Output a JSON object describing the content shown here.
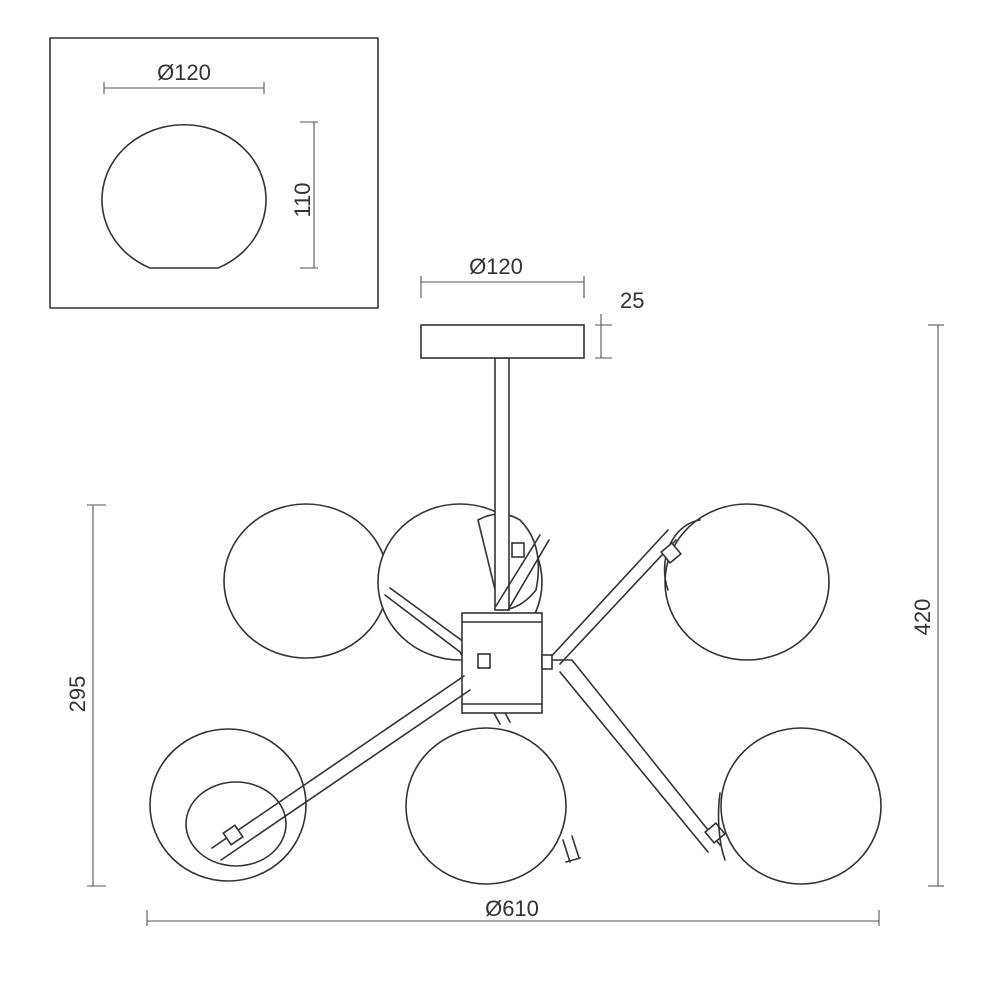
{
  "dimensions": {
    "shade_diameter": "Ø120",
    "shade_height": "110",
    "canopy_diameter": "Ø120",
    "canopy_height": "25",
    "overall_height": "420",
    "body_height": "295",
    "overall_diameter": "Ø610"
  }
}
